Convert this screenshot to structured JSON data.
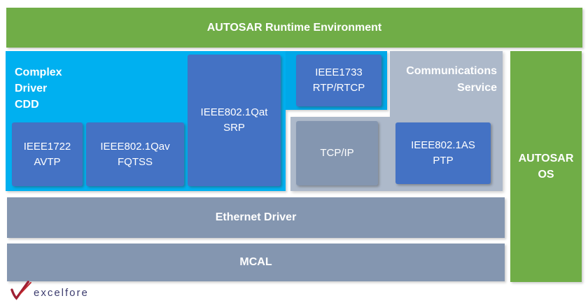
{
  "rte_bar": {
    "label": "AUTOSAR Runtime Environment"
  },
  "cdd": {
    "title_lines": [
      "Complex",
      "Driver",
      "CDD"
    ],
    "avtp": {
      "line1": "IEEE1722",
      "line2": "AVTP"
    },
    "fqtss": {
      "line1": "IEEE802.1Qav",
      "line2": "FQTSS"
    },
    "srp": {
      "line1": "IEEE802.1Qat",
      "line2": "SRP"
    },
    "rtp": {
      "line1": "IEEE1733",
      "line2": "RTP/RTCP"
    }
  },
  "comm": {
    "title_lines": [
      "Communications",
      "Service"
    ],
    "tcpip": {
      "line1": "TCP/IP"
    },
    "ptp": {
      "line1": "IEEE802.1AS",
      "line2": "PTP"
    }
  },
  "os_bar": {
    "line1": "AUTOSAR",
    "line2": "OS"
  },
  "ethernet_bar": {
    "label": "Ethernet Driver"
  },
  "mcal_bar": {
    "label": "MCAL"
  },
  "logo": {
    "wordmark": "excelfore"
  },
  "colors": {
    "green": "#70AD47",
    "cyan": "#00B0F0",
    "cyan_tab": "#00A8E8",
    "blue": "#4472C4",
    "gray_light": "#ADB9CA",
    "gray_medium": "#8496B0",
    "text": "#FFFFFF",
    "logo_navy": "#3C3C6E",
    "logo_red": "#9E1F33"
  }
}
